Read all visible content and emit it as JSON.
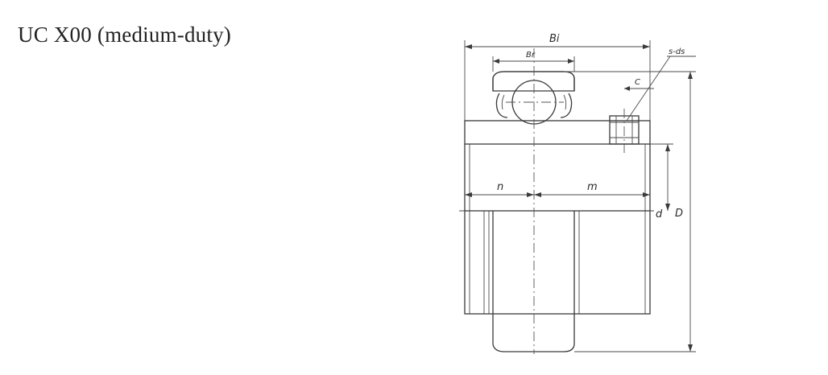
{
  "title": "UC X00 (medium-duty)",
  "labels": {
    "bi": "Bi",
    "br": "Br",
    "s": "s-ds",
    "c": "C",
    "n": "n",
    "m": "m",
    "d": "d",
    "D": "D"
  }
}
